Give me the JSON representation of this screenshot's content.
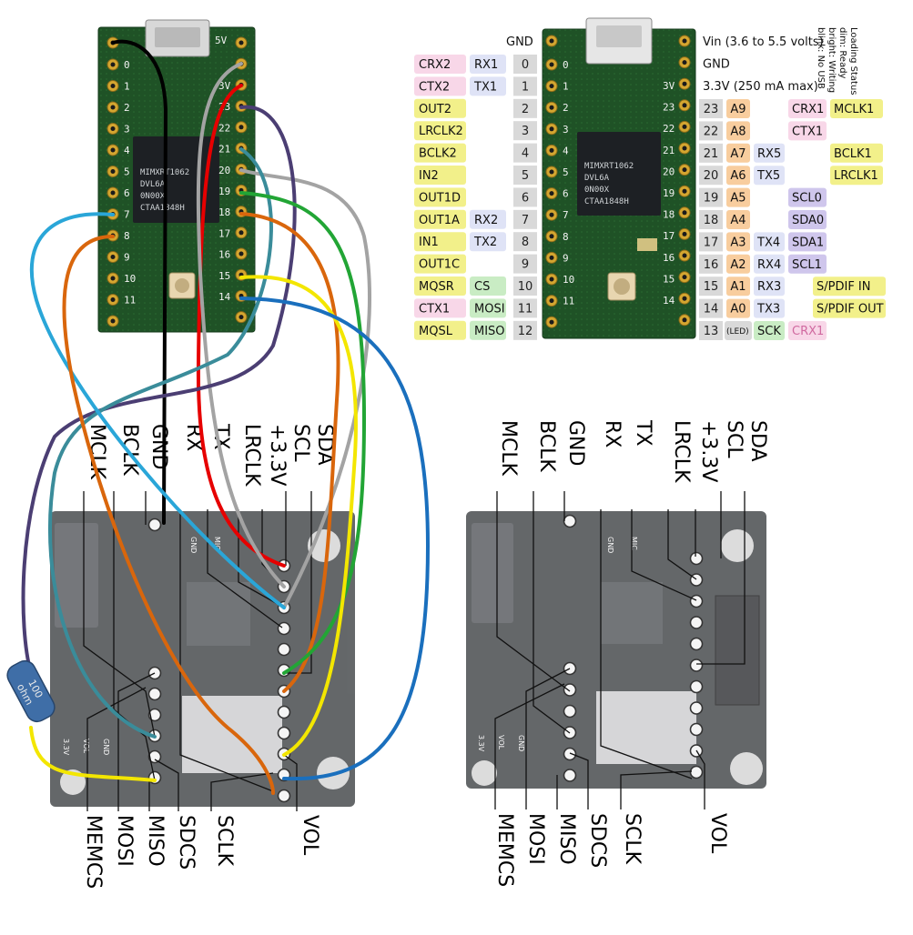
{
  "pinout": {
    "left_pins": [
      {
        "num": "0",
        "labels": [
          {
            "t": "CRX2",
            "c": "pink"
          },
          {
            "t": "RX1",
            "c": "lav"
          }
        ]
      },
      {
        "num": "1",
        "labels": [
          {
            "t": "CTX2",
            "c": "pink"
          },
          {
            "t": "TX1",
            "c": "lav"
          }
        ]
      },
      {
        "num": "2",
        "labels": [
          {
            "t": "OUT2",
            "c": "yel"
          }
        ]
      },
      {
        "num": "3",
        "labels": [
          {
            "t": "LRCLK2",
            "c": "yel"
          }
        ]
      },
      {
        "num": "4",
        "labels": [
          {
            "t": "BCLK2",
            "c": "yel"
          }
        ]
      },
      {
        "num": "5",
        "labels": [
          {
            "t": "IN2",
            "c": "yel"
          }
        ]
      },
      {
        "num": "6",
        "labels": [
          {
            "t": "OUT1D",
            "c": "yel"
          }
        ]
      },
      {
        "num": "7",
        "labels": [
          {
            "t": "OUT1A",
            "c": "yel"
          },
          {
            "t": "RX2",
            "c": "lav"
          }
        ]
      },
      {
        "num": "8",
        "labels": [
          {
            "t": "IN1",
            "c": "yel"
          },
          {
            "t": "TX2",
            "c": "lav"
          }
        ]
      },
      {
        "num": "9",
        "labels": [
          {
            "t": "OUT1C",
            "c": "yel"
          }
        ]
      },
      {
        "num": "10",
        "labels": [
          {
            "t": "MQSR",
            "c": "yel"
          },
          {
            "t": "CS",
            "c": "grn"
          }
        ]
      },
      {
        "num": "11",
        "labels": [
          {
            "t": "CTX1",
            "c": "pink"
          },
          {
            "t": "MOSI",
            "c": "grn"
          }
        ]
      },
      {
        "num": "12",
        "labels": [
          {
            "t": "MQSL",
            "c": "yel"
          },
          {
            "t": "MISO",
            "c": "grn"
          }
        ]
      }
    ],
    "gnd_top": "GND",
    "right_top": [
      "Vin  (3.6 to 5.5 volts)",
      "GND",
      "3.3V (250 mA max)"
    ],
    "right_pins": [
      {
        "num": "23",
        "a": "A9",
        "x": "",
        "p": "CRX1",
        "y": "MCLK1"
      },
      {
        "num": "22",
        "a": "A8",
        "x": "",
        "p": "CTX1",
        "y": ""
      },
      {
        "num": "21",
        "a": "A7",
        "x": "RX5",
        "p": "",
        "y": "BCLK1"
      },
      {
        "num": "20",
        "a": "A6",
        "x": "TX5",
        "p": "",
        "y": "LRCLK1"
      },
      {
        "num": "19",
        "a": "A5",
        "x": "",
        "p": "SCL0",
        "y": ""
      },
      {
        "num": "18",
        "a": "A4",
        "x": "",
        "p": "SDA0",
        "y": ""
      },
      {
        "num": "17",
        "a": "A3",
        "x": "TX4",
        "p": "SDA1",
        "y": ""
      },
      {
        "num": "16",
        "a": "A2",
        "x": "RX4",
        "p": "SCL1",
        "y": ""
      },
      {
        "num": "15",
        "a": "A1",
        "x": "RX3",
        "p": "",
        "y": "S/PDIF IN"
      },
      {
        "num": "14",
        "a": "A0",
        "x": "TX3",
        "p": "",
        "y": "S/PDIF OUT"
      }
    ],
    "pin13": {
      "num": "13",
      "led": "(LED)",
      "sck": "SCK",
      "crx": "CRX1"
    },
    "status_lines": [
      "blink: No USB",
      "bright: Writing",
      "dim:    Ready",
      "Loading Status"
    ],
    "chip_text": [
      "MIMXRT1062",
      "DVL6A",
      "0N00X",
      "CTAA1848H"
    ]
  },
  "audio_labels": {
    "top": [
      "SDA",
      "SCL",
      "+3.3V",
      "LRCLK",
      "TX",
      "RX",
      "GND",
      "BCLK",
      "MCLK"
    ],
    "bottom": [
      "VOL",
      "SCLK",
      "SDCS",
      "MISO",
      "MOSI",
      "MEMCS"
    ]
  },
  "silk": {
    "teensy_left": [
      "0",
      "1",
      "2",
      "3",
      "4",
      "5",
      "6",
      "7",
      "8",
      "9",
      "10",
      "11"
    ],
    "teensy_right": [
      "3V",
      "23",
      "22",
      "21",
      "20",
      "19",
      "18",
      "17",
      "16",
      "15",
      "14"
    ],
    "teensy_5v": "5V",
    "board": [
      "3.3V",
      "VOL",
      "GND",
      "GND",
      "MIC"
    ]
  },
  "resistor": {
    "value": "100",
    "unit": "ohm"
  },
  "colors": {
    "pink": "#f8d7e8",
    "lav": "#dfe3f6",
    "yel": "#f2f08a",
    "grn": "#c9ecc4",
    "orange": "#f8cd9e",
    "purple": "#cfc6ec",
    "gray": "#d9d9d9",
    "pcb": "#1e5128",
    "audio": "#3a3d40",
    "wire_black": "#000000",
    "wire_red": "#e60000",
    "wire_gray": "#a3a3a3",
    "wire_purple": "#4b3e73",
    "wire_teal": "#3a8c9a",
    "wire_skyblue": "#2aa6d8",
    "wire_orange": "#d9660c",
    "wire_green": "#22a535",
    "wire_yellow": "#f3e600",
    "wire_blue": "#1a6fbd"
  }
}
